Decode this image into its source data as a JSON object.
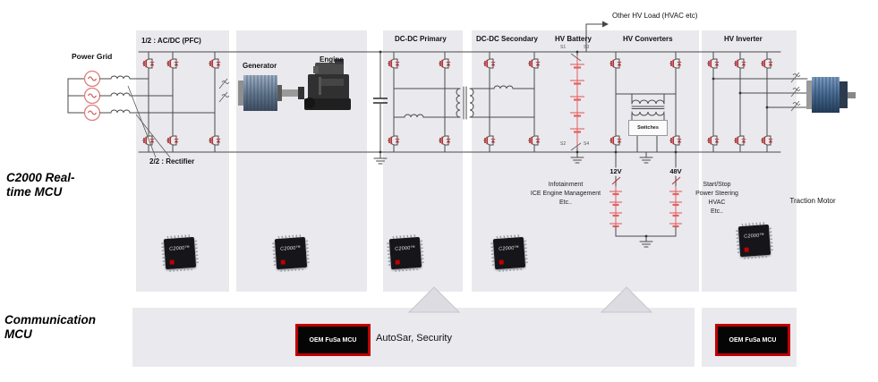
{
  "colors": {
    "panel": "#eae9ee",
    "accent_red": "#c00000",
    "battery_red": "#e26060",
    "wire": "#4a4a4a",
    "chip_body": "#15151a"
  },
  "side": {
    "realtime_line1": "C2000 Real-",
    "realtime_line2": "time MCU",
    "comm_line1": "Communication",
    "comm_line2": "MCU"
  },
  "headers": {
    "power_grid": "Power Grid",
    "acdc": "1/2 : AC/DC (PFC)",
    "rectifier": "2/2 :  Rectifier",
    "generator": "Generator",
    "engine": "Engine",
    "dcdc_primary": "DC-DC Primary",
    "dcdc_secondary": "DC-DC Secondary",
    "hv_battery": "HV Battery",
    "hv_converters": "HV Converters",
    "hv_inverter": "HV Inverter",
    "other_hv_load": "Other HV Load (HVAC etc)",
    "traction_motor": "Traction Motor"
  },
  "converter": {
    "switches": "Switches",
    "rail_12v": "12V",
    "rail_48v": "48V",
    "loads_12v": [
      "Infotainment",
      "ICE Engine Management",
      "Etc.."
    ],
    "loads_48v": [
      "Start/Stop",
      "Power Steering",
      "HVAC",
      "Etc.."
    ]
  },
  "battery": {
    "tap_top_left": "S1",
    "tap_top_right": "S3",
    "tap_bottom_left": "S2",
    "tap_bottom_right": "S4"
  },
  "chip": {
    "label": "C2000™"
  },
  "bottom": {
    "oem_fusa": "OEM FuSa MCU",
    "autosar": "AutoSar, Security"
  }
}
